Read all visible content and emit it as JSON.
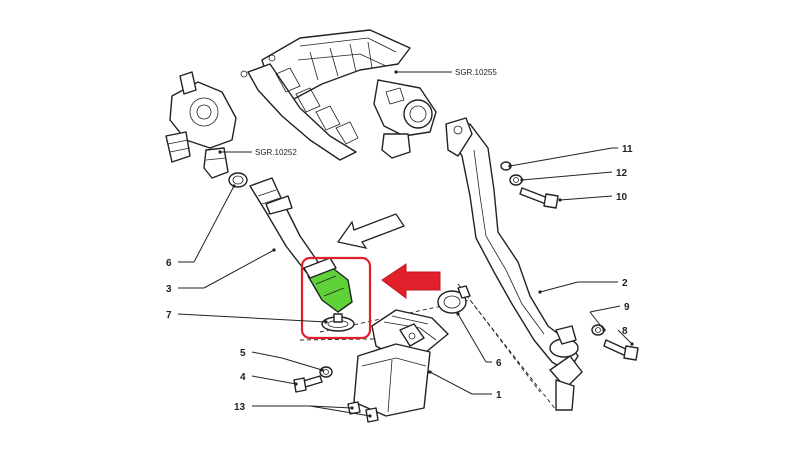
{
  "references": {
    "intake_manifold": "SGR.10255",
    "turbocharger": "SGR.10252"
  },
  "callouts": [
    {
      "id": "c1",
      "label": "1"
    },
    {
      "id": "c2",
      "label": "2"
    },
    {
      "id": "c3",
      "label": "3"
    },
    {
      "id": "c4",
      "label": "4"
    },
    {
      "id": "c5",
      "label": "5"
    },
    {
      "id": "c6a",
      "label": "6"
    },
    {
      "id": "c6b",
      "label": "6"
    },
    {
      "id": "c7",
      "label": "7"
    },
    {
      "id": "c8",
      "label": "8"
    },
    {
      "id": "c9",
      "label": "9"
    },
    {
      "id": "c10",
      "label": "10"
    },
    {
      "id": "c11",
      "label": "11"
    },
    {
      "id": "c12",
      "label": "12"
    },
    {
      "id": "c13",
      "label": "13"
    }
  ],
  "colors": {
    "highlight_box": "#e0202a",
    "pointer_arrow": "#e0202a",
    "highlighted_hose": "#5fd23a",
    "line_art": "#222222"
  },
  "icons": {
    "pointer": "red-pointer-arrow",
    "direction": "outline-direction-arrow"
  }
}
